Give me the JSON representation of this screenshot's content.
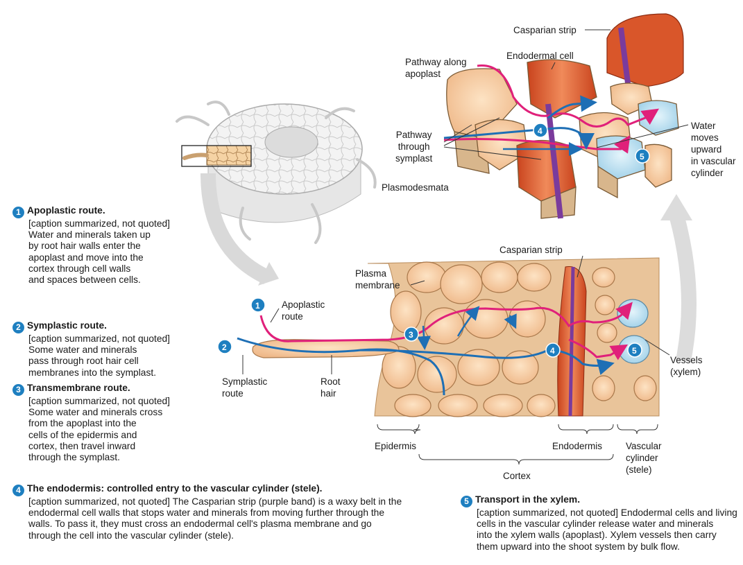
{
  "colors": {
    "apoplast_path": "#e0207a",
    "symplast_path": "#1e6fb5",
    "casparian_strip": "#7a3b9c",
    "cell_fill": "#f6cfa6",
    "endodermis_fill": "#e5652d",
    "vessel_fill": "#bfe2f2",
    "number_badge": "#1e7fc0"
  },
  "numbers": [
    "1",
    "2",
    "3",
    "4",
    "5"
  ],
  "top_labels": {
    "casparian_strip": "Casparian strip",
    "endodermal_cell": "Endodermal cell",
    "pathway_apoplast": [
      "Pathway along",
      "apoplast"
    ],
    "pathway_symplast": [
      "Pathway",
      "through",
      "symplast"
    ],
    "plasmodesmata": "Plasmodesmata",
    "water_moves": [
      "Water",
      "moves",
      "upward",
      "in vascular",
      "cylinder"
    ]
  },
  "mid_labels": {
    "casparian_strip": "Casparian strip",
    "plasma_membrane": [
      "Plasma",
      "membrane"
    ],
    "apoplastic_route": [
      "Apoplastic",
      "route"
    ],
    "symplastic_route": [
      "Symplastic",
      "route"
    ],
    "root_hair": [
      "Root",
      "hair"
    ],
    "vessels": [
      "Vessels",
      "(xylem)"
    ]
  },
  "brackets": {
    "epidermis": "Epidermis",
    "endodermis": "Endodermis",
    "vascular": [
      "Vascular",
      "cylinder",
      "(stele)"
    ],
    "cortex": "Cortex"
  },
  "captions": [
    {
      "num": "1",
      "head": "Apoplastic route.",
      "lines": [
        "[caption summarized, not quoted]",
        "Water and minerals taken up",
        "by root hair walls enter the",
        "apoplast and move into the",
        "cortex through cell walls",
        "and spaces between cells."
      ]
    },
    {
      "num": "2",
      "head": "Symplastic route.",
      "lines": [
        "[caption summarized, not quoted]",
        "Some water and minerals",
        "pass through root hair cell",
        "membranes into the symplast."
      ]
    },
    {
      "num": "3",
      "head": "Transmembrane route.",
      "lines": [
        "[caption summarized, not quoted]",
        "Some water and minerals cross",
        "from the apoplast into the",
        "cells of the epidermis and",
        "cortex, then travel inward",
        "through the symplast."
      ]
    },
    {
      "num": "4",
      "head": "The endodermis: controlled entry to the vascular cylinder (stele).",
      "lines": [
        "[caption summarized, not quoted] The Casparian strip (purple band) is a waxy belt in the",
        "endodermal cell walls that stops water and minerals from moving further through the",
        "walls. To pass it, they must cross an endodermal cell's plasma membrane and go",
        "through the cell into the vascular cylinder (stele)."
      ]
    },
    {
      "num": "5",
      "head": "Transport in the xylem.",
      "lines": [
        "[caption summarized, not quoted] Endodermal cells and living",
        "cells in the vascular cylinder release water and minerals",
        "into the xylem walls (apoplast). Xylem vessels then carry",
        "them upward into the shoot system by bulk flow."
      ]
    }
  ]
}
